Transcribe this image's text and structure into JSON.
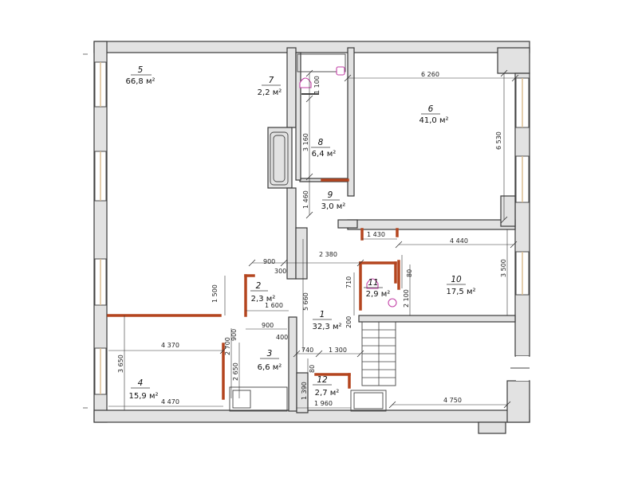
{
  "rooms": [
    {
      "id": "1",
      "area": "32,3 м²"
    },
    {
      "id": "2",
      "area": "2,3 м²"
    },
    {
      "id": "3",
      "area": "6,6 м²"
    },
    {
      "id": "4",
      "area": "15,9 м²"
    },
    {
      "id": "5",
      "area": "66,8 м²"
    },
    {
      "id": "6",
      "area": "41,0 м²"
    },
    {
      "id": "7",
      "area": "2,2 м²"
    },
    {
      "id": "8",
      "area": "6,4 м²"
    },
    {
      "id": "9",
      "area": "3,0 м²"
    },
    {
      "id": "10",
      "area": "17,5 м²"
    },
    {
      "id": "11",
      "area": "2,9 м²"
    },
    {
      "id": "12",
      "area": "2,7 м²"
    }
  ],
  "dimensions": [
    "6 260",
    "6 530",
    "1 100",
    "3 160",
    "1 460",
    "1 430",
    "4 440",
    "3 500",
    "900",
    "2 380",
    "300",
    "1 500",
    "1 600",
    "900",
    "400",
    "710",
    "80",
    "2 100",
    "200",
    "5 660",
    "4 370",
    "3 650",
    "4 470",
    "900",
    "2 700",
    "2 650",
    "740",
    "1 300",
    "80",
    "1 390",
    "1 960",
    "4 750"
  ]
}
